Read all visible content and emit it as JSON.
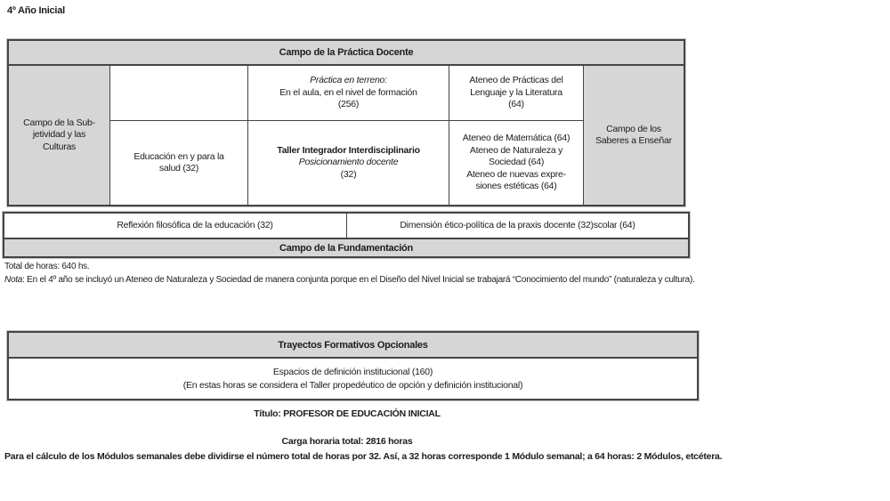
{
  "page": {
    "title": "4º Año Inicial"
  },
  "colors": {
    "header_fill": "#d6d6d6",
    "border": "#454545",
    "text": "#1c1c1c",
    "background": "#ffffff"
  },
  "practica_table": {
    "header": "Campo de la Práctica Docente",
    "subjetividad_cell_lines": [
      "Campo de la Sub-",
      "jetividad y las",
      "Culturas"
    ],
    "empty_cell": "",
    "educacion_salud_lines": [
      "Educación en y para la",
      "salud (32)"
    ],
    "practica_terreno": {
      "title": "Práctica en terreno:",
      "line2": "En el aula, en el nivel de formación",
      "hours": "(256)"
    },
    "taller_integrador": {
      "title": "Taller Integrador Interdisciplinario",
      "subtitle": "Posicionamiento docente",
      "hours": "(32)"
    },
    "ateneo_row1_lines": [
      "Ateneo de Prácticas del",
      "Lenguaje y la Literatura",
      "(64)"
    ],
    "ateneo_row2_lines": [
      "Ateneo de Matemática (64)",
      "Ateneo de Naturaleza y",
      "Sociedad (64)",
      "Ateneo de nuevas expre-",
      "siones estéticas (64)"
    ],
    "saberes_cell_lines": [
      "Campo de los",
      "Saberes a Enseñar"
    ]
  },
  "fundamentacion_table": {
    "cell_left": "Reflexión filosófica de la educación (32)",
    "cell_right": "Dimensión ético-política de la praxis docente (32)scolar (64)",
    "footer": "Campo de la Fundamentación"
  },
  "notes": {
    "total": "Total de horas: 640 hs.",
    "nota_label": "Nota",
    "nota_text": ": En el 4º año se incluyó un Ateneo de Naturaleza y Sociedad de manera conjunta porque en el Diseño del Nivel Inicial se trabajará “Conocimiento del mundo” (naturaleza y cultura)."
  },
  "trayectos_table": {
    "header": "Trayectos Formativos Opcionales",
    "line1": "Espacios de definición institucional (160)",
    "line2": "(En estas horas se considera el Taller propedéutico de opción y definición institucional)"
  },
  "footer": {
    "titulo": "Título: PROFESOR DE EDUCACIÓN INICIAL",
    "carga": "Carga horaria total: 2816 horas",
    "calculo": "Para el cálculo de los Módulos semanales debe dividirse el número total de horas por 32. Así, a 32 horas corresponde 1 Módulo semanal; a 64 horas: 2 Módulos, etcétera."
  }
}
